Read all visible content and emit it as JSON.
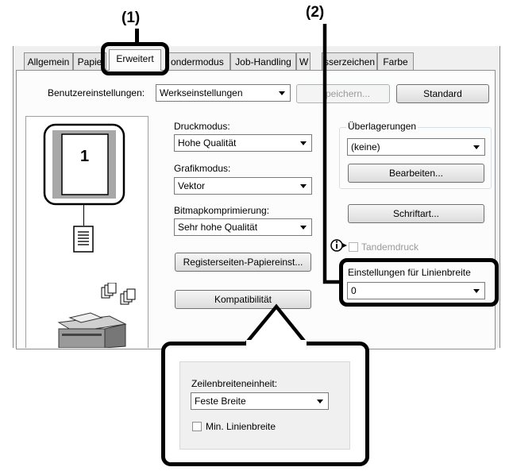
{
  "callouts": {
    "one": "(1)",
    "two": "(2)"
  },
  "tabs": [
    {
      "label": "Allgemein"
    },
    {
      "label": "Papie"
    },
    {
      "label": "Erweitert"
    },
    {
      "label": "ondermodus"
    },
    {
      "label": "Job-Handling"
    },
    {
      "label": "W"
    },
    {
      "label": "sserzeichen"
    },
    {
      "label": "Farbe"
    }
  ],
  "header": {
    "user_settings_label": "Benutzereinstellungen:",
    "user_settings_value": "Werkseinstellungen",
    "save_label": "peichern...",
    "standard_label": "Standard"
  },
  "preview": {
    "page_number": "1"
  },
  "print_mode": {
    "label": "Druckmodus:",
    "value": "Hohe Qualität"
  },
  "graphics_mode": {
    "label": "Grafikmodus:",
    "value": "Vektor"
  },
  "bitmap_compression": {
    "label": "Bitmapkomprimierung:",
    "value": "Sehr hohe Qualität"
  },
  "tab_pages_button": "Registerseiten-Papiereinst...",
  "compat_button": "Kompatibilität",
  "overlays": {
    "label": "Überlagerungen",
    "value": "(keine)",
    "edit_button": "Bearbeiten..."
  },
  "font_button": "Schriftart...",
  "tandem": {
    "label": "Tandemdruck"
  },
  "line_width": {
    "label": "Einstellungen für Linienbreite",
    "value": "0"
  },
  "popup": {
    "unit_label": "Zeilenbreiteneinheit:",
    "unit_value": "Feste Breite",
    "min_width_label": "Min. Linienbreite"
  }
}
